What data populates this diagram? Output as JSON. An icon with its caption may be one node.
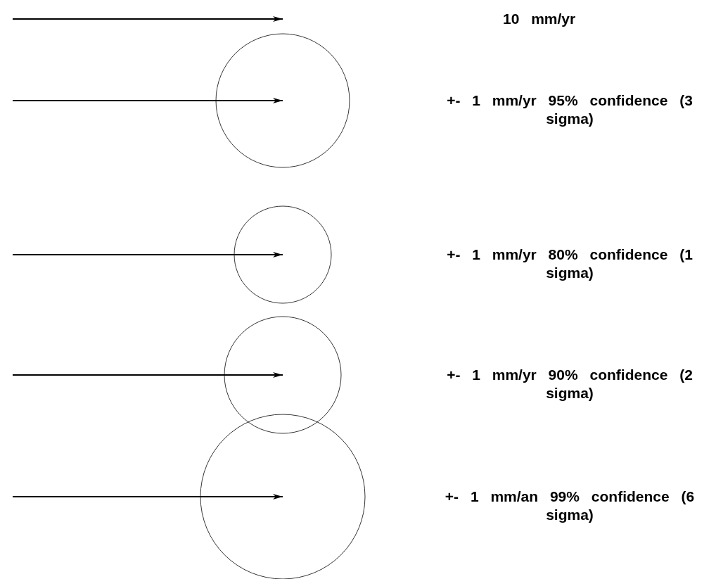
{
  "diagram": {
    "labels": [
      "10 mm/yr",
      "+- 1 mm/yr 95% confidence (3 sigma)",
      "+- 1 mm/yr 80% confidence (1 sigma)",
      "+- 1 mm/yr 90% confidence (2 sigma)",
      "+- 1 mm/an 99% confidence (6 sigma)"
    ]
  }
}
